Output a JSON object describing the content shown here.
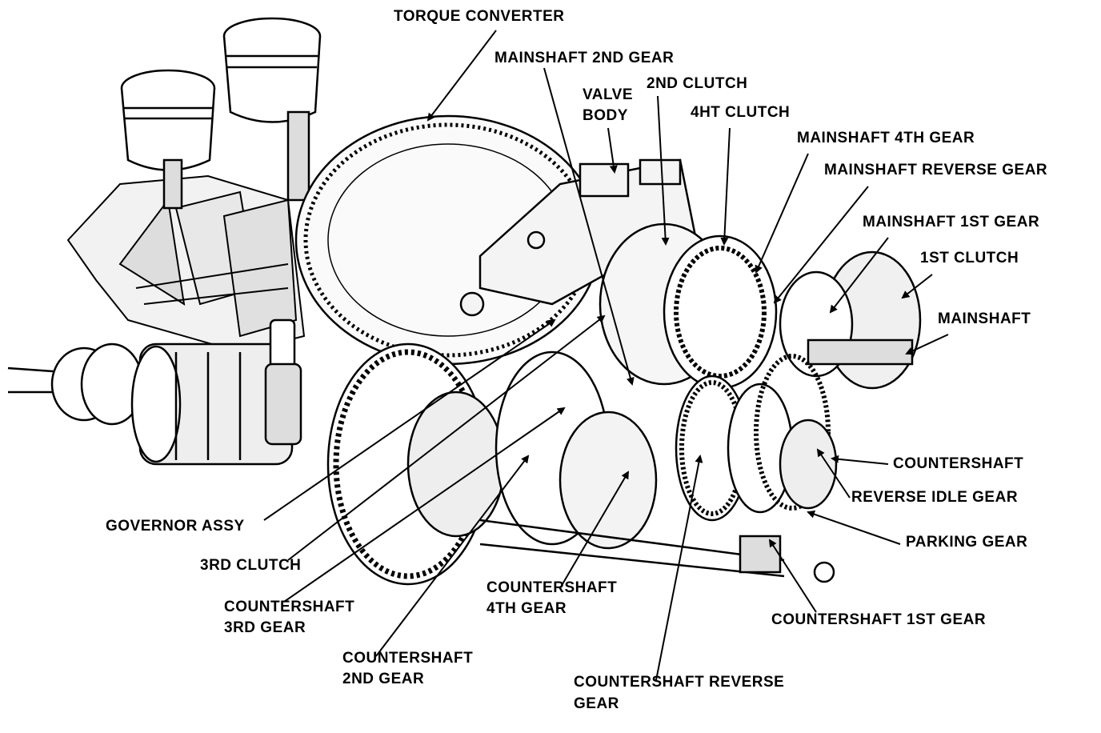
{
  "labels": {
    "torque_converter": "TORQUE CONVERTER",
    "mainshaft_2nd_gear": "MAINSHAFT 2ND GEAR",
    "valve_body_l1": "VALVE",
    "valve_body_l2": "BODY",
    "second_clutch": "2ND CLUTCH",
    "fourth_clutch": "4HT CLUTCH",
    "mainshaft_4th_gear": "MAINSHAFT 4TH GEAR",
    "mainshaft_reverse_gear": "MAINSHAFT REVERSE GEAR",
    "mainshaft_1st_gear": "MAINSHAFT 1ST GEAR",
    "first_clutch": "1ST CLUTCH",
    "mainshaft": "MAINSHAFT",
    "countershaft": "COUNTERSHAFT",
    "reverse_idle_gear": "REVERSE IDLE GEAR",
    "parking_gear": "PARKING GEAR",
    "countershaft_1st_gear": "COUNTERSHAFT 1ST GEAR",
    "countershaft_reverse_gear_l1": "COUNTERSHAFT REVERSE",
    "countershaft_reverse_gear_l2": "GEAR",
    "countershaft_4th_gear_l1": "COUNTERSHAFT",
    "countershaft_4th_gear_l2": "4TH GEAR",
    "countershaft_2nd_gear_l1": "COUNTERSHAFT",
    "countershaft_2nd_gear_l2": "2ND GEAR",
    "countershaft_3rd_gear_l1": "COUNTERSHAFT",
    "countershaft_3rd_gear_l2": "3RD GEAR",
    "third_clutch": "3RD CLUTCH",
    "governor_assy": "GOVERNOR ASSY"
  }
}
